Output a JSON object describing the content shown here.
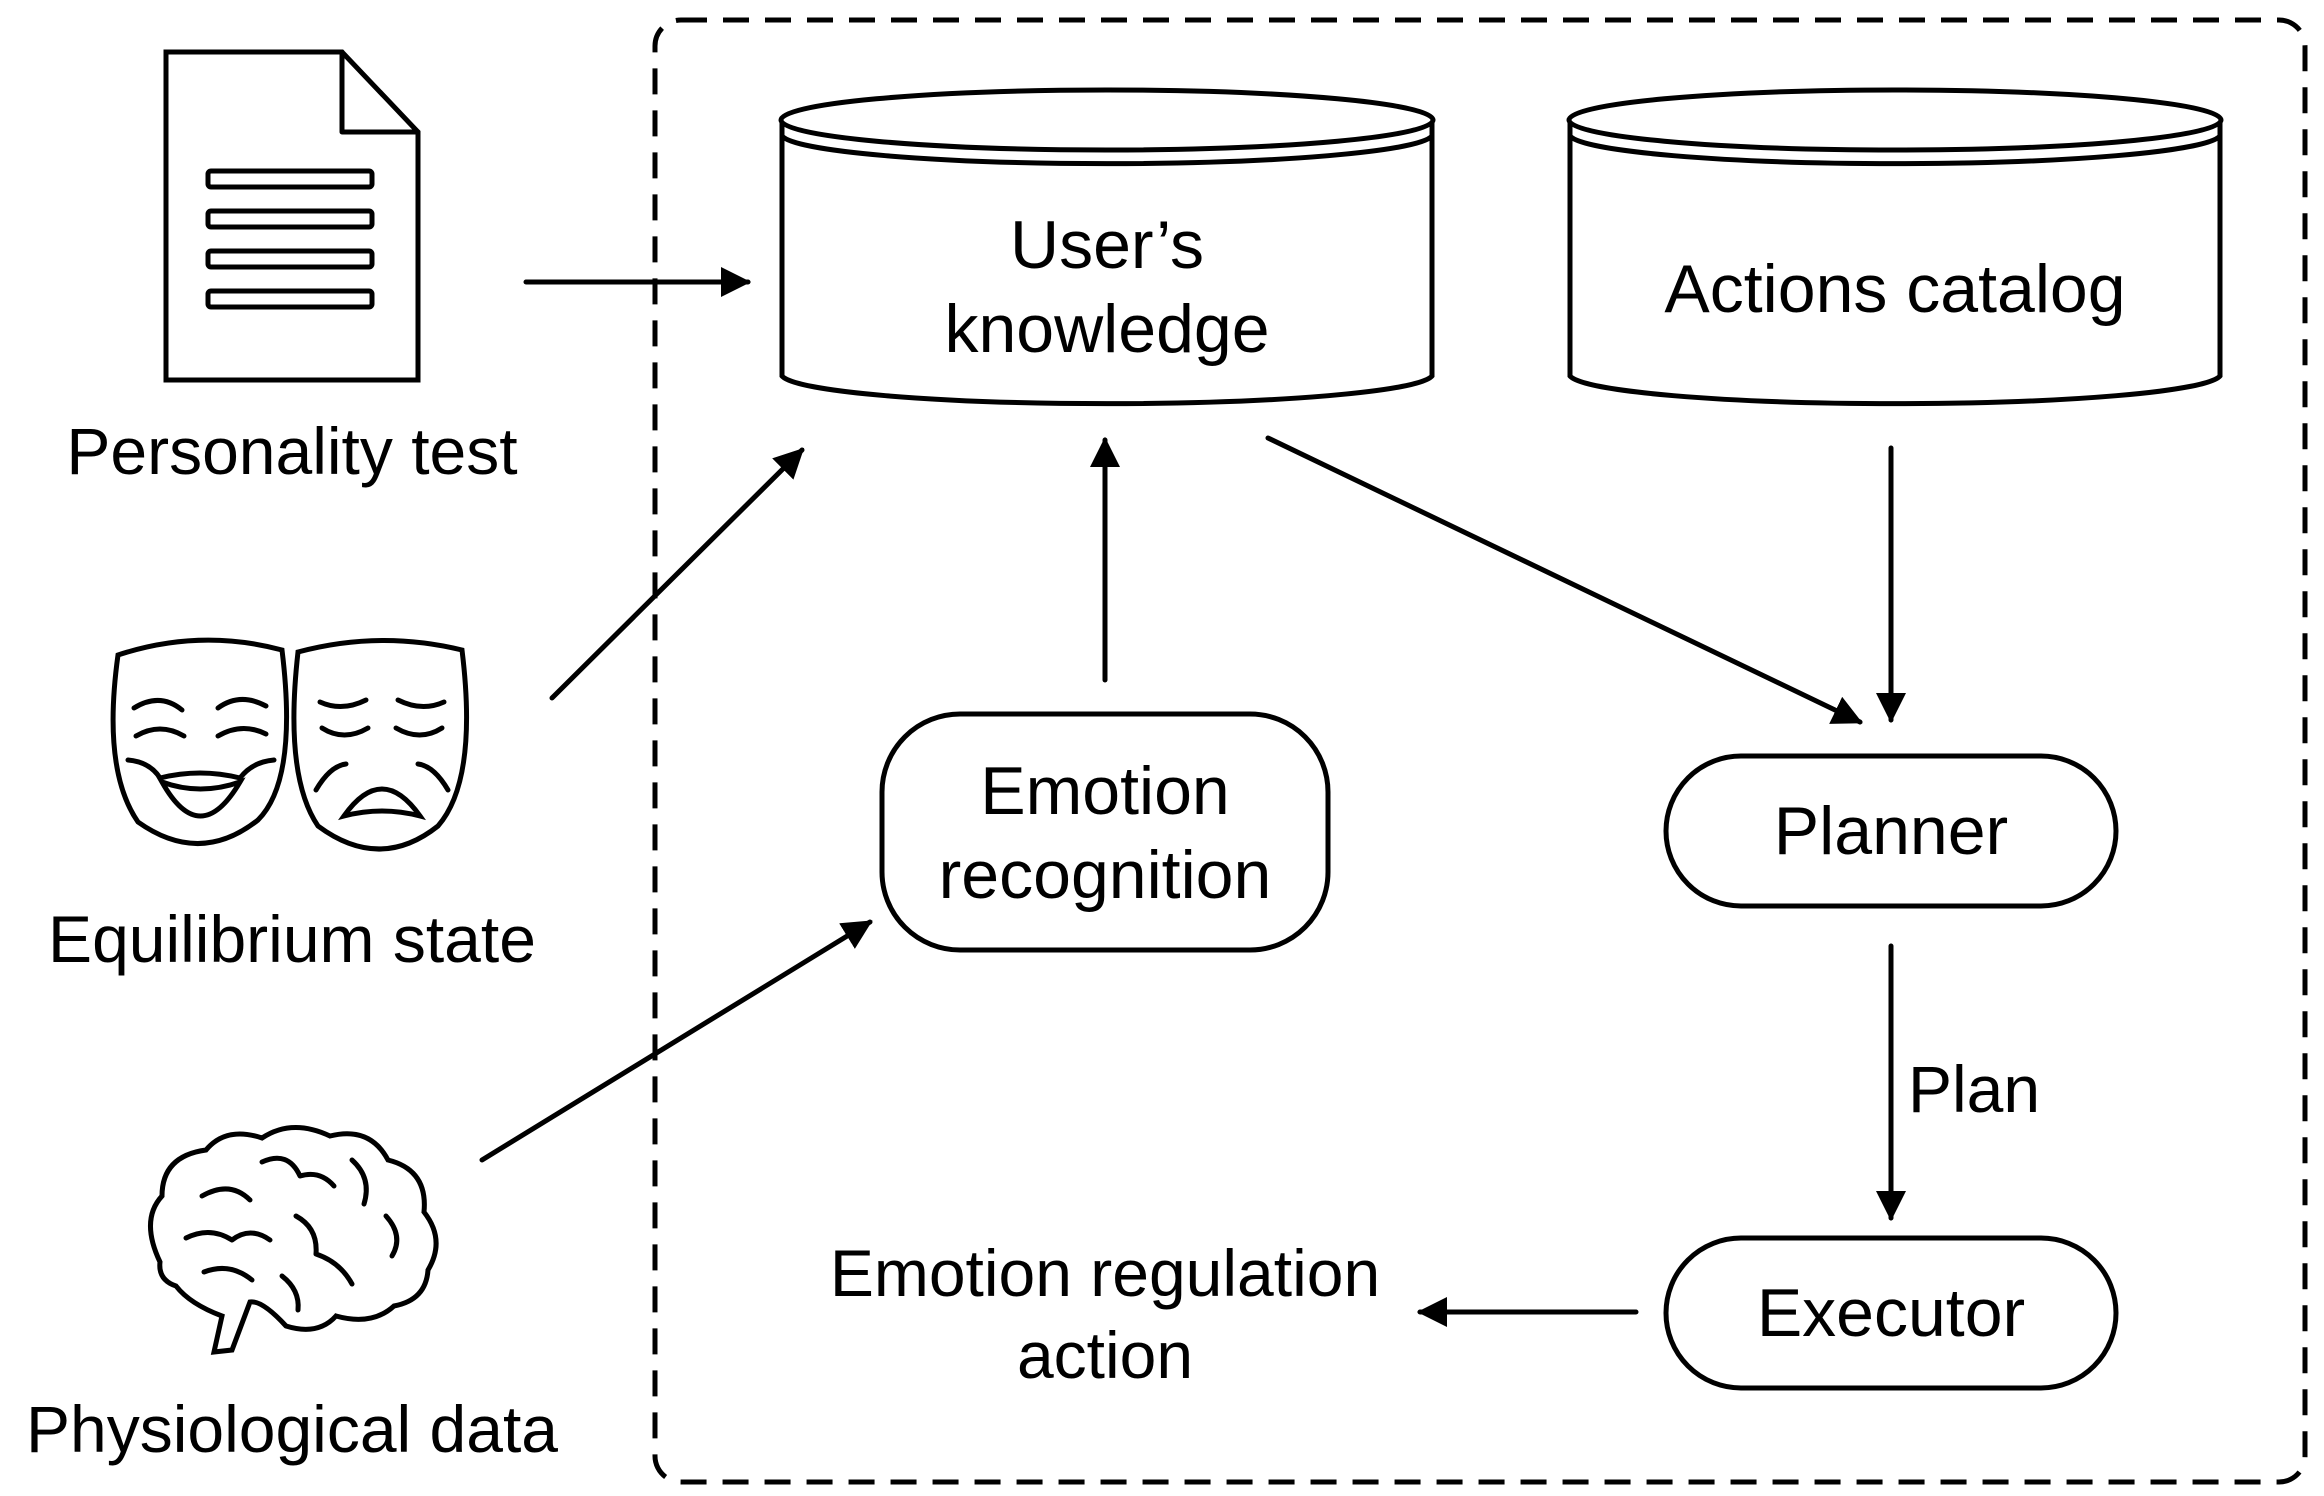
{
  "inputs": {
    "personality_test": "Personality test",
    "equilibrium_state": "Equilibrium state",
    "physiological_data": "Physiological data"
  },
  "nodes": {
    "users_knowledge": [
      "User’s",
      "knowledge"
    ],
    "actions_catalog": "Actions catalog",
    "emotion_recognition": [
      "Emotion",
      "recognition"
    ],
    "planner": "Planner",
    "executor": "Executor"
  },
  "edge_labels": {
    "plan": "Plan"
  },
  "output": {
    "emotion_regulation_action": [
      "Emotion regulation",
      "action"
    ]
  },
  "icons": {
    "document": "document-icon",
    "masks": "theater-masks-icon",
    "brain": "brain-icon"
  },
  "colors": {
    "ink": "#000000",
    "background": "#ffffff"
  }
}
